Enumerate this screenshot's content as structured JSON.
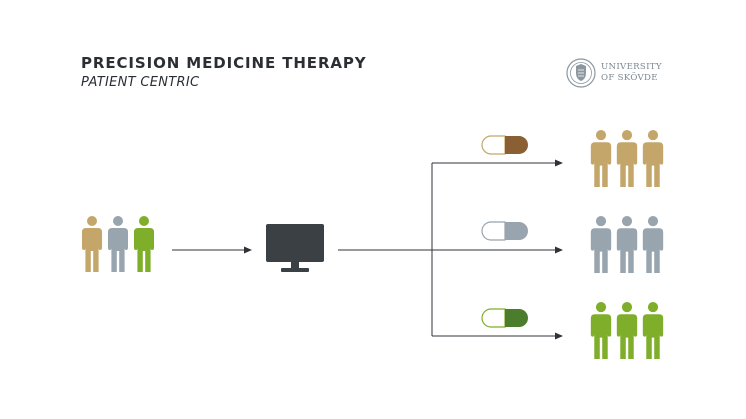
{
  "header": {
    "title": "PRECISION MEDICINE THERAPY",
    "subtitle": "PATIENT CENTRIC"
  },
  "logo": {
    "line1": "UNIVERSITY",
    "line2": "OF SKÖVDE",
    "icon": "university-seal-icon"
  },
  "colors": {
    "tan": "#c4a66a",
    "gray": "#98a4ae",
    "green": "#7fae2a",
    "brown": "#8a5f33",
    "darkGreen": "#4b7d2c",
    "monitor": "#3b4045",
    "line": "#2f3338",
    "text": "#2b2f33"
  },
  "icons": {
    "person": "person-icon",
    "monitor": "monitor-icon",
    "pill": "pill-capsule-icon",
    "arrow": "arrow-right-icon"
  }
}
